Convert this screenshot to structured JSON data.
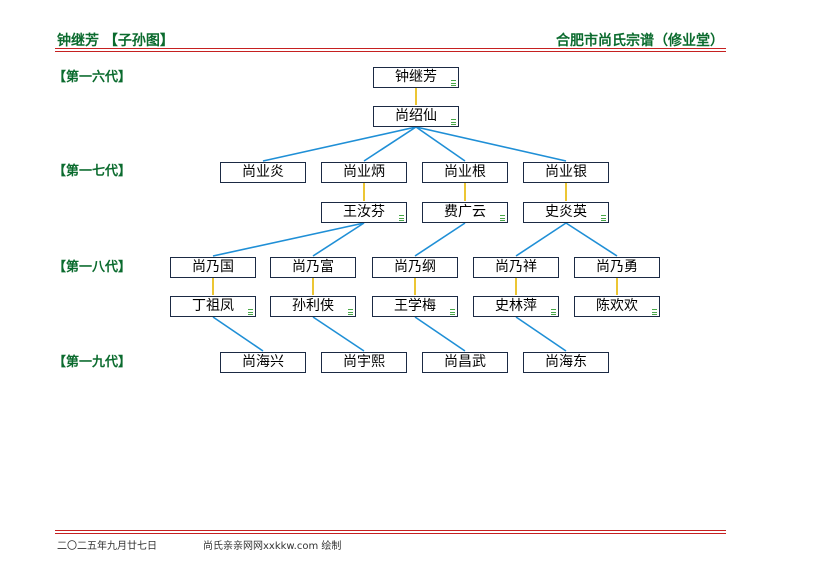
{
  "header": {
    "left_title": "钟继芳 【子孙图】",
    "right_title": "合肥市尚氏宗谱（修业堂）"
  },
  "generations": [
    "【第一六代】",
    "【第一七代】",
    "【第一八代】",
    "【第一九代】"
  ],
  "people": {
    "p1": "钟继芳",
    "p2": "尚绍仙",
    "c1": "尚业炎",
    "c2": "尚业炳",
    "c3": "尚业根",
    "c4": "尚业银",
    "s2": "王汝芬",
    "s3": "费广云",
    "s4": "史炎英",
    "g1": "尚乃国",
    "g2": "尚乃富",
    "g3": "尚乃纲",
    "g4": "尚乃祥",
    "g5": "尚乃勇",
    "gs1": "丁祖凤",
    "gs2": "孙利侠",
    "gs3": "王学梅",
    "gs4": "史林萍",
    "gs5": "陈欢欢",
    "gg1": "尚海兴",
    "gg2": "尚宇熙",
    "gg3": "尚昌武",
    "gg4": "尚海东"
  },
  "footer": {
    "date": "二〇二五年九月廿七日",
    "credit": "尚氏亲亲网网xxkkw.com 绘制"
  },
  "colors": {
    "header_text": "#0b6b2e",
    "rule": "#c62020",
    "child_link": "#1f8fd6",
    "spouse_link": "#e8b800"
  }
}
